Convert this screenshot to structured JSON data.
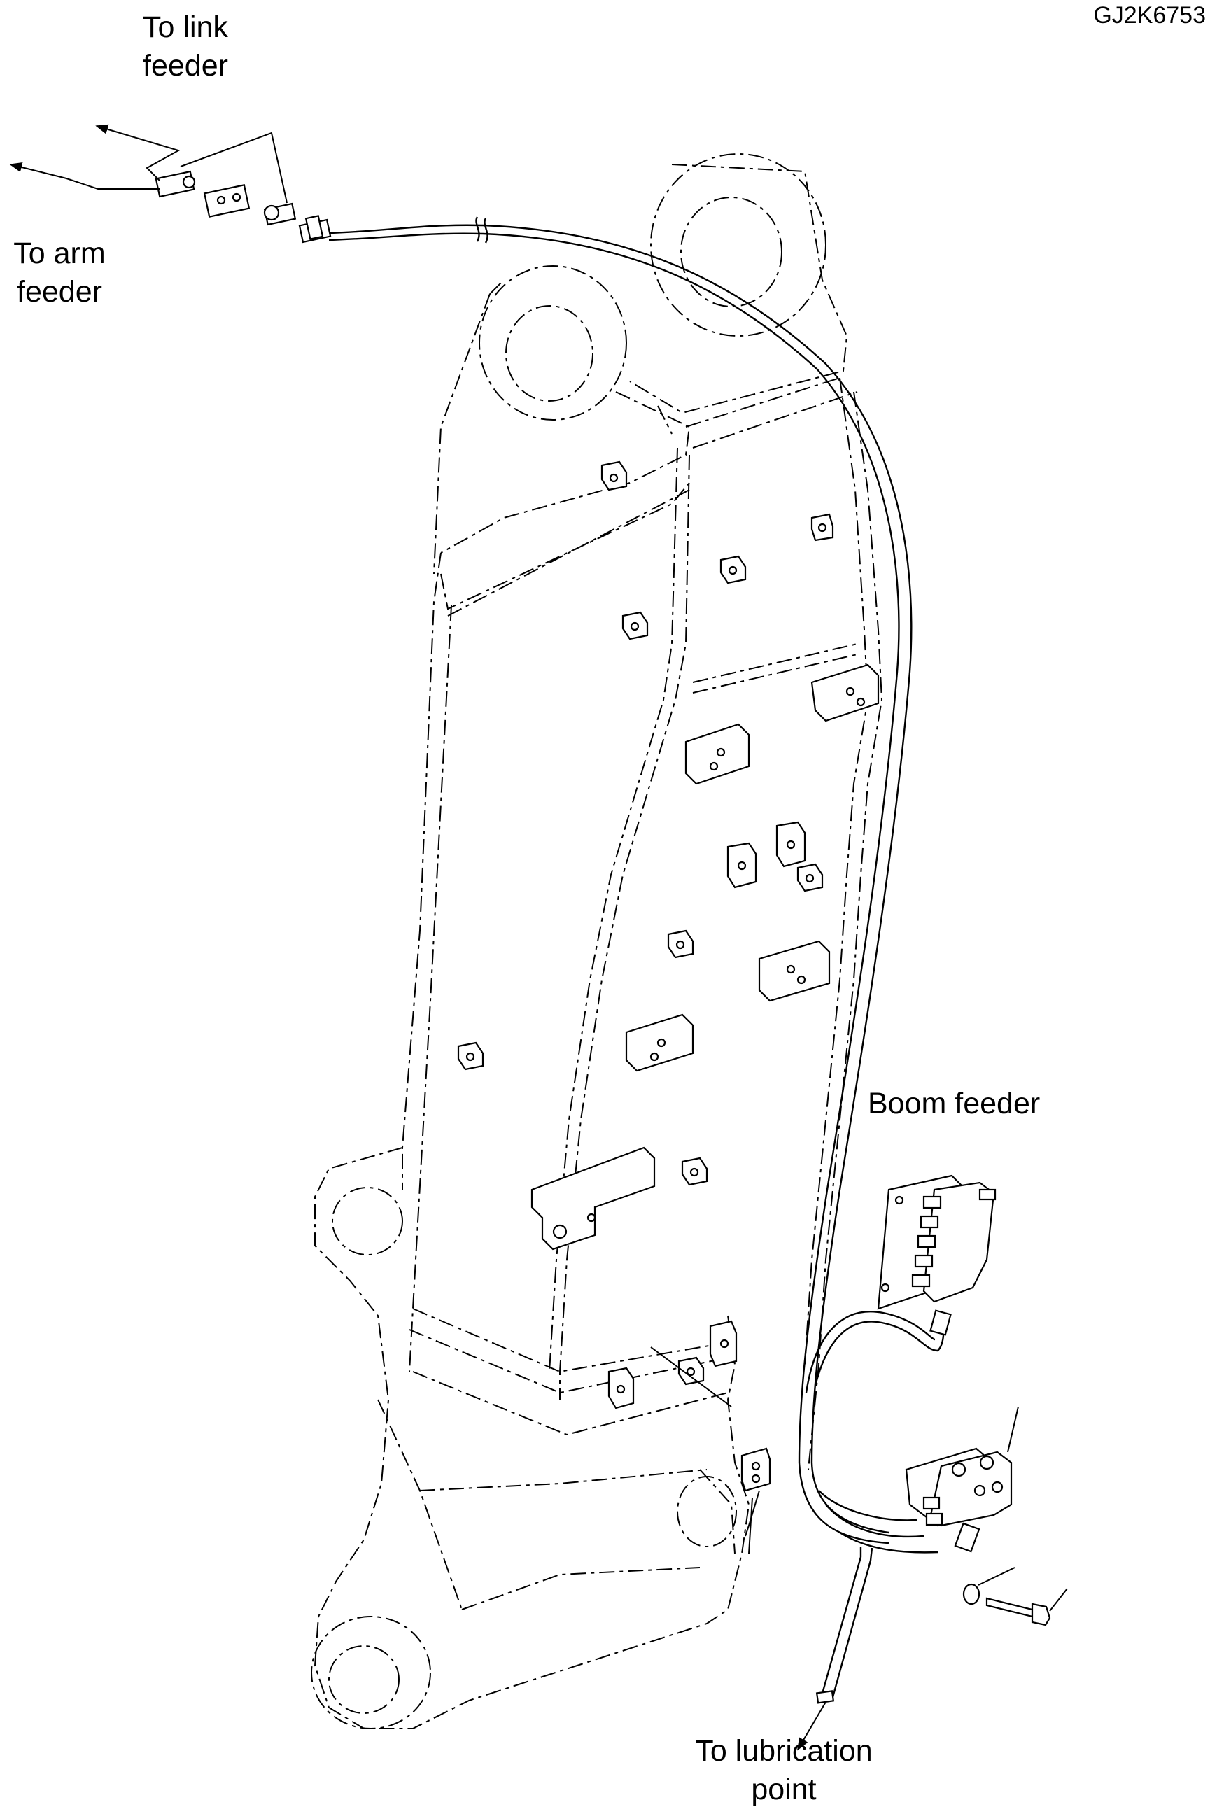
{
  "drawing_code": "GJ2K6753",
  "labels": {
    "link_feeder": [
      "To link",
      "feeder"
    ],
    "arm_feeder": [
      "To arm",
      "feeder"
    ],
    "boom_feeder": "Boom feeder",
    "lubrication_point": [
      "To lubrication",
      "point"
    ]
  }
}
